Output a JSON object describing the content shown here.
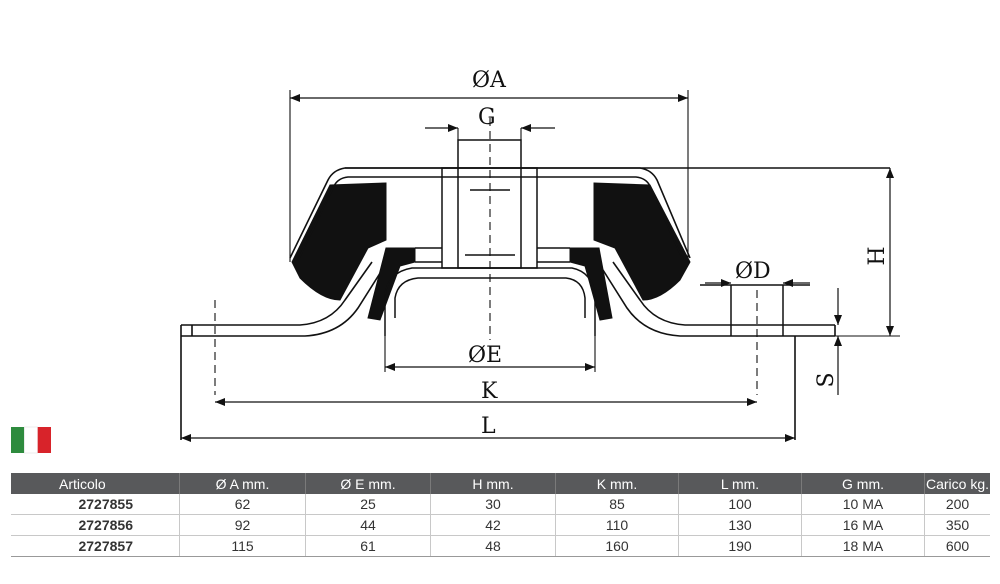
{
  "drawing": {
    "labels": {
      "diameter_a": "ØA",
      "g": "G",
      "h": "H",
      "diameter_d": "ØD",
      "diameter_e": "ØE",
      "k": "K",
      "l": "L",
      "s": "S"
    }
  },
  "flag": {
    "colors": [
      "#2e8b3e",
      "#ffffff",
      "#d8232a"
    ]
  },
  "table": {
    "headers": [
      "Articolo",
      "Ø A mm.",
      "Ø E mm.",
      "H mm.",
      "K mm.",
      "L mm.",
      "G mm.",
      "Carico kg."
    ],
    "rows": [
      [
        "2727855",
        "62",
        "25",
        "30",
        "85",
        "100",
        "10 MA",
        "200"
      ],
      [
        "2727856",
        "92",
        "44",
        "42",
        "110",
        "130",
        "16 MA",
        "350"
      ],
      [
        "2727857",
        "115",
        "61",
        "48",
        "160",
        "190",
        "18 MA",
        "600"
      ]
    ]
  }
}
